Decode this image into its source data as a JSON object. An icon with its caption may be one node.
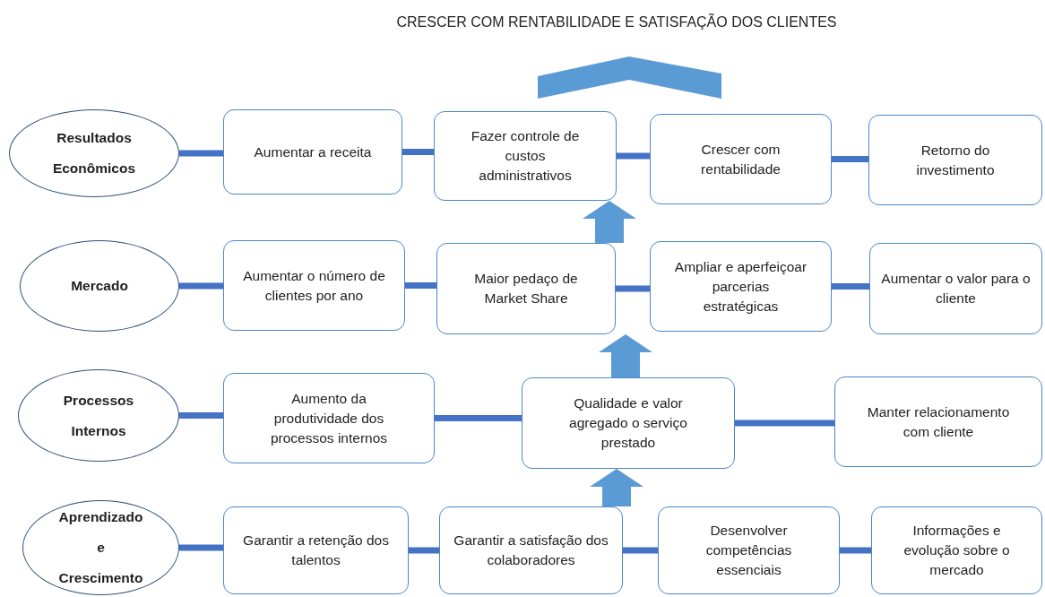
{
  "diagram": {
    "title": "CRESCER COM RENTABILIDADE E SATISFAÇÃO DOS CLIENTES",
    "nodes": [
      {
        "text": [
          "Resultados Econômicos"
        ]
      },
      {
        "text": [
          "Aumentar a receita"
        ]
      },
      {
        "text": [
          "Fazer controle de custos administrativos"
        ]
      },
      {
        "text": [
          "Crescer com rentabilidade"
        ]
      },
      {
        "text": [
          "Retorno do investimento"
        ]
      },
      {
        "text": [
          "Mercado"
        ]
      },
      {
        "text": [
          "Aumentar o número de clientes por ano"
        ]
      },
      {
        "text": [
          "Maior pedaço de Market Share"
        ]
      },
      {
        "text": [
          "Ampliar e aperfeiçoar parcerias estratégicas"
        ]
      },
      {
        "text": [
          "Aumentar o valor para o cliente"
        ]
      },
      {
        "text": [
          "Processos Internos"
        ]
      },
      {
        "text": [
          "Aumento da produtividade dos processos internos"
        ]
      },
      {
        "text": [
          "Qualidade e valor agregado o serviço prestado"
        ]
      },
      {
        "text": [
          "Manter relacionamento com cliente"
        ]
      },
      {
        "text": [
          "Aprendizado e Crescimento"
        ]
      },
      {
        "text": [
          "Garantir a retenção dos talentos"
        ]
      },
      {
        "text": [
          "Garantir a satisfação dos colaboradores"
        ]
      },
      {
        "text": [
          "Desenvolver competências essenciais"
        ]
      },
      {
        "text": [
          "Informações e evolução sobre o mercado"
        ]
      }
    ],
    "edges": [
      {
        "from": 0,
        "to": 1,
        "arrow": "none"
      },
      {
        "from": 1,
        "to": 2,
        "arrow": "none"
      },
      {
        "from": 2,
        "to": 3,
        "arrow": "none"
      },
      {
        "from": 3,
        "to": 4,
        "arrow": "none"
      },
      {
        "from": 5,
        "to": 6,
        "arrow": "none"
      },
      {
        "from": 6,
        "to": 7,
        "arrow": "none"
      },
      {
        "from": 7,
        "to": 8,
        "arrow": "none"
      },
      {
        "from": 8,
        "to": 9,
        "arrow": "none"
      },
      {
        "from": 10,
        "to": 11,
        "arrow": "none"
      },
      {
        "from": 11,
        "to": 12,
        "arrow": "none"
      },
      {
        "from": 12,
        "to": 13,
        "arrow": "none"
      },
      {
        "from": 14,
        "to": 15,
        "arrow": "none"
      },
      {
        "from": 15,
        "to": 16,
        "arrow": "none"
      },
      {
        "from": 16,
        "to": 17,
        "arrow": "none"
      },
      {
        "from": 17,
        "to": 18,
        "arrow": "none"
      },
      {
        "from": 7,
        "to": 2,
        "arrow": "to",
        "style": "thick"
      },
      {
        "from": 12,
        "to": 7,
        "arrow": "to",
        "style": "thick"
      },
      {
        "from": 16,
        "to": 12,
        "arrow": "to",
        "style": "thick"
      }
    ]
  }
}
